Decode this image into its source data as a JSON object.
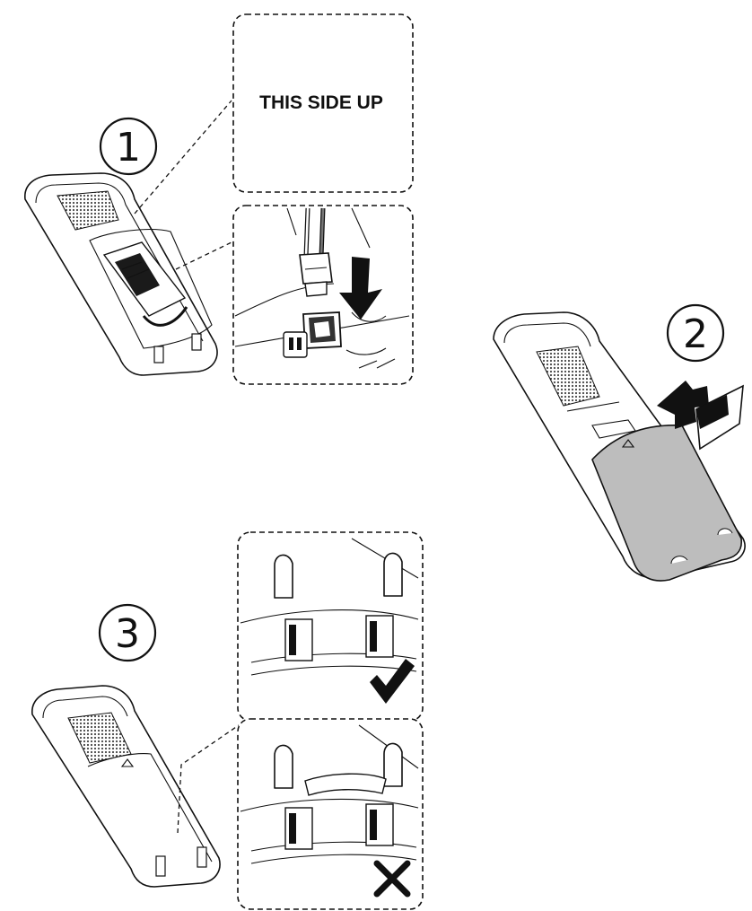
{
  "steps": {
    "one": {
      "number": "1",
      "label": "THIS SIDE UP"
    },
    "two": {
      "number": "2"
    },
    "three": {
      "number": "3"
    }
  },
  "icons": {
    "ok": "check-mark",
    "wrong": "x-mark"
  },
  "colors": {
    "line": "#111111",
    "speaker": "#555555",
    "battery_cover": "#bdbdbd",
    "background": "#ffffff"
  }
}
